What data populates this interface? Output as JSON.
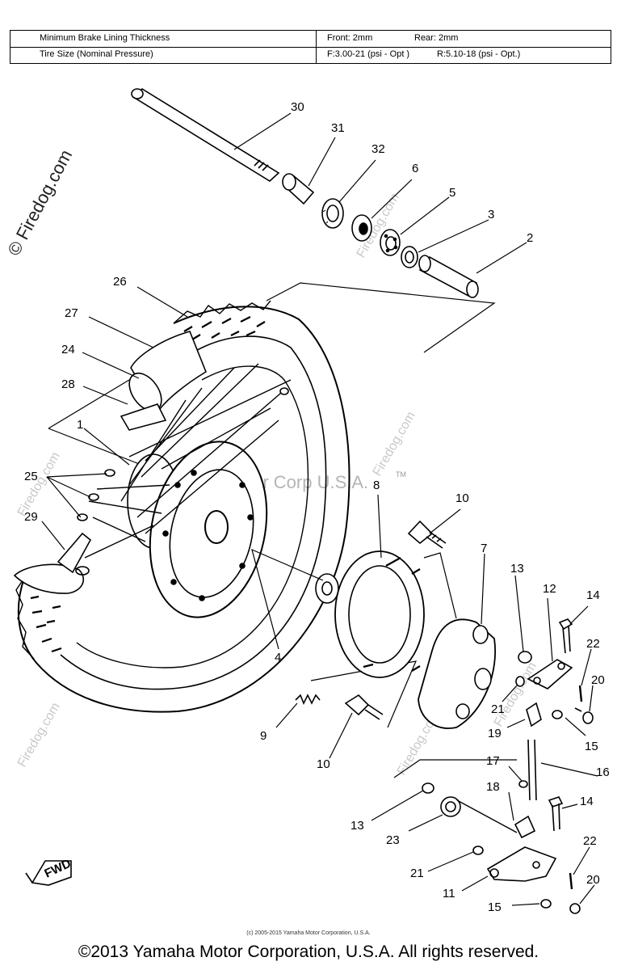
{
  "spec_table": {
    "rows": [
      {
        "label": "Minimum Brake Lining Thickness",
        "front": "Front: 2mm",
        "rear": "Rear: 2mm"
      },
      {
        "label": "Tire Size (Nominal Pressure)",
        "front": "F:3.00-21 (psi - Opt )",
        "rear": "R:5.10-18 (psi - Opt.)"
      }
    ]
  },
  "watermarks": {
    "firedog": "© Firedog.com",
    "firedog_short": "Firedog.com",
    "yamaha": "Yamaha Motor Corp U.S.A.",
    "tm": "TM"
  },
  "fwd_label": "FWD",
  "callouts": [
    "30",
    "31",
    "32",
    "6",
    "5",
    "3",
    "2",
    "26",
    "27",
    "24",
    "28",
    "1",
    "25",
    "29",
    "8",
    "10",
    "7",
    "13",
    "12",
    "14",
    "22",
    "20",
    "4",
    "9",
    "10",
    "21",
    "19",
    "15",
    "17",
    "16",
    "18",
    "14",
    "13",
    "23",
    "22",
    "21",
    "20",
    "11",
    "15"
  ],
  "footer": {
    "small_copyright": "(c) 2005-2015 Yamaha Motor Corporation, U.S.A.",
    "main_copyright": "©2013 Yamaha Motor Corporation, U.S.A. All rights reserved."
  }
}
